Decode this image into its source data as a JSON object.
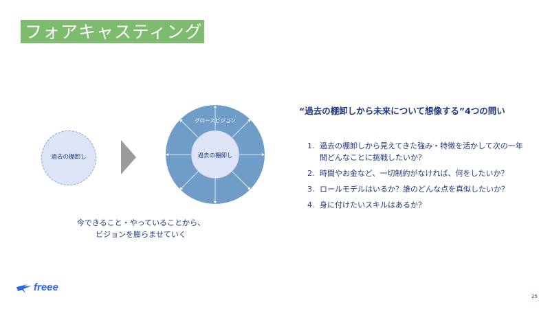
{
  "slide": {
    "title": "フォアキャスティング",
    "page_number": "25"
  },
  "diagram": {
    "left_circle_label": "過去の棚卸し",
    "ring_outer_label": "グロースビジョン",
    "ring_inner_label": "過去の棚卸し",
    "caption_line1": "今できること・やっていることから、",
    "caption_line2": "ビジョンを膨らませていく"
  },
  "questions": {
    "heading": "“過去の棚卸しから未来について想像する”4つの問い",
    "items": [
      {
        "num": "1.",
        "text": "過去の棚卸しから見えてきた強み・特徴を活かして次の一年間どんなことに挑戦したいか？"
      },
      {
        "num": "2.",
        "text": "時間やお金など、一切制約がなければ、何をしたいか？"
      },
      {
        "num": "3.",
        "text": "ロールモデルはいるか？誰のどんな点を真似したいか？"
      },
      {
        "num": "4.",
        "text": "身に付けたいスキルはあるか？"
      }
    ]
  },
  "brand": {
    "logo_text": "freee"
  },
  "colors": {
    "title_bg": "#7dbb6e",
    "text_navy": "#1f3a80",
    "ring_blue": "#6f9dc8",
    "inner_circle": "#dde4f6",
    "arrow_gray": "#9b9b9b",
    "logo_blue": "#2864f0"
  }
}
